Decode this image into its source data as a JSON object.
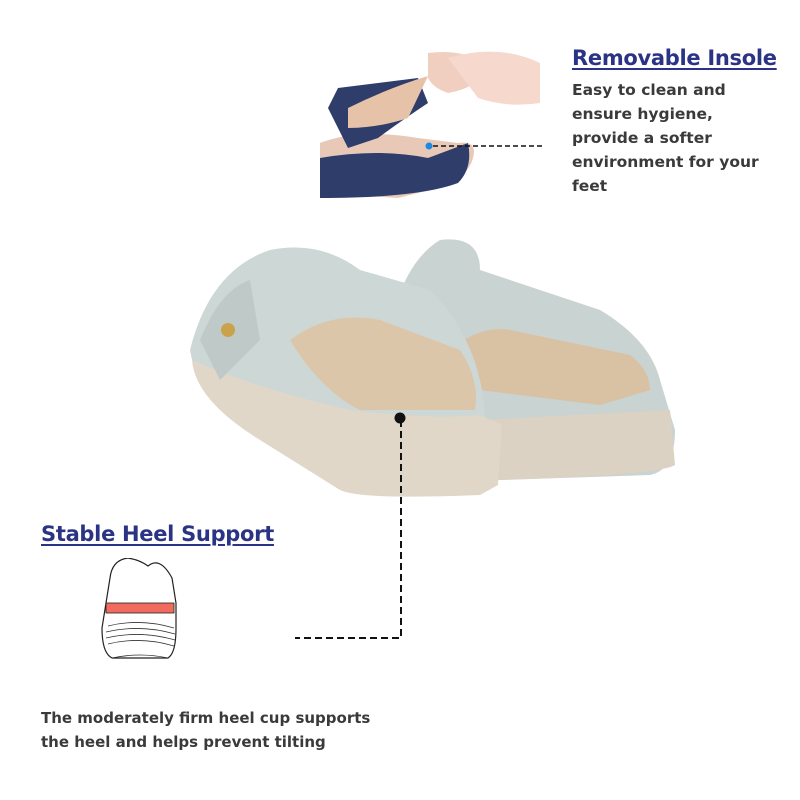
{
  "features": [
    {
      "title": "Removable Insole",
      "description_lines": [
        "Easy to clean and",
        "ensure hygiene,",
        "provide a softer",
        "environment for your",
        "feet"
      ],
      "icon": "sandal-insole-photo"
    },
    {
      "title": "Stable Heel Support",
      "description_lines": [
        "The moderately firm heel cup supports",
        "the heel and helps prevent tilting"
      ],
      "icon": "shoe-heel-sketch"
    }
  ],
  "colors": {
    "title": "#2b3385",
    "text": "#3a3a3a",
    "heel_band": "#f26b5e",
    "callout_dot": "#1e88e5"
  }
}
